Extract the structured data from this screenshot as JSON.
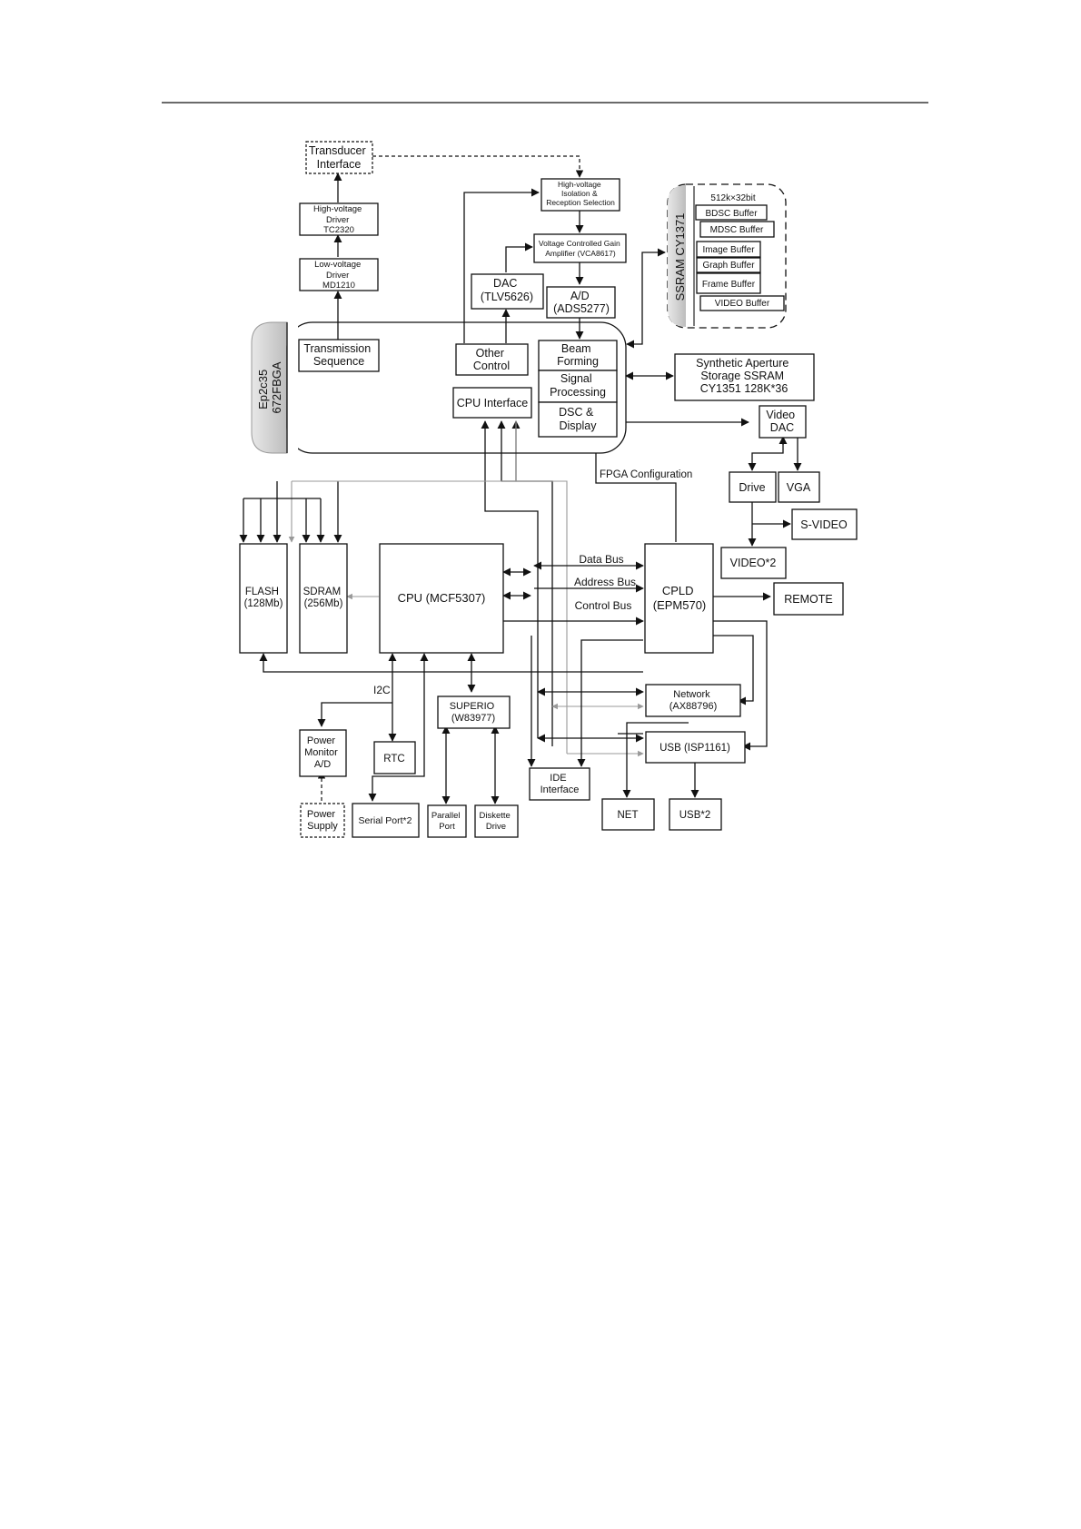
{
  "transducer": [
    "Transducer",
    "Interface"
  ],
  "hv_driver": [
    "High-voltage",
    "Driver",
    "TC2320"
  ],
  "lv_driver": [
    "Low-voltage",
    "Driver",
    "MD1210"
  ],
  "tx_seq": [
    "Transmission",
    "Sequence"
  ],
  "hv_iso": [
    "High-voltage",
    "Isolation &",
    "Reception Selection"
  ],
  "vca": [
    "Voltage Controlled Gain",
    "Amplifier (VCA8617)"
  ],
  "dac": [
    "DAC",
    "(TLV5626)"
  ],
  "ad": [
    "A/D",
    "(ADS5277)"
  ],
  "other_ctrl": [
    "Other",
    "Control"
  ],
  "beam": [
    "Beam",
    "Forming"
  ],
  "signal": [
    "Signal",
    "Processing"
  ],
  "dsc": [
    "DSC &",
    "Display"
  ],
  "cpu_if": "CPU Interface",
  "fpga": [
    "Ep2c35",
    "672FBGA"
  ],
  "ssram": {
    "label": "SSRAM  CY1371",
    "size": "512k×32bit",
    "buffers": [
      "BDSC Buffer",
      "MDSC Buffer",
      "Image Buffer",
      "Graph Buffer",
      "Frame Buffer",
      "VIDEO Buffer"
    ]
  },
  "synth": [
    "Synthetic Aperture",
    "Storage SSRAM",
    "CY1351      128K*36"
  ],
  "video_dac": [
    "Video",
    "DAC"
  ],
  "drive": "Drive",
  "vga": "VGA",
  "svideo": "S-VIDEO",
  "video2": "VIDEO*2",
  "fpga_cfg": "FPGA Configuration",
  "flash": [
    "FLASH",
    "(128Mb)"
  ],
  "sdram": [
    "SDRAM",
    "(256Mb)"
  ],
  "cpu": "CPU (MCF5307)",
  "buses": [
    "Data Bus",
    "Address Bus",
    "Control Bus"
  ],
  "cpld": [
    "CPLD",
    "(EPM570)"
  ],
  "remote": "REMOTE",
  "i2c": "I2C",
  "superio": [
    "SUPERIO",
    "(W83977)"
  ],
  "network": [
    "Network",
    "(AX88796)"
  ],
  "usb": "USB (ISP1161)",
  "power_mon": [
    "Power",
    "Monitor",
    "A/D"
  ],
  "rtc": "RTC",
  "ide": [
    "IDE",
    "Interface"
  ],
  "power_supply": [
    "Power",
    "Supply"
  ],
  "serial": "Serial Port*2",
  "parallel": [
    "Parallel",
    "Port"
  ],
  "diskette": [
    "Diskette",
    "Drive"
  ],
  "net": "NET",
  "usb2": "USB*2"
}
